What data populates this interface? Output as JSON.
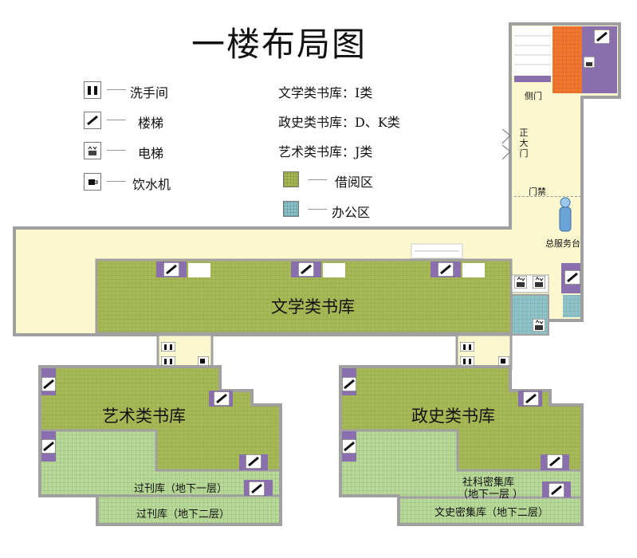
{
  "title": "一楼布局图",
  "colors": {
    "reading_area": "#a7b957",
    "office_area": "#8fc3c8",
    "corridor": "#fbf8cf",
    "wall": "#a0a0a0",
    "stair_room": "#8a6fae",
    "entrance_block": "#ef7730",
    "light_green_grid": "#b9d99a"
  },
  "legend": {
    "icons": [
      {
        "icon": "restroom-icon",
        "label": "洗手间"
      },
      {
        "icon": "stairs-icon",
        "label": "楼梯"
      },
      {
        "icon": "elevator-icon",
        "label": "电梯"
      },
      {
        "icon": "water-dispenser-icon",
        "label": "饮水机"
      }
    ],
    "libraries": [
      {
        "label": "文学类书库：I类"
      },
      {
        "label": "政史类书库：D、K类"
      },
      {
        "label": "艺术类书库：J类"
      }
    ],
    "areas": [
      {
        "swatch": "reading_area",
        "label": "借阅区"
      },
      {
        "swatch": "office_area",
        "label": "办公区"
      }
    ]
  },
  "rooms": {
    "literature": "文学类书库",
    "art": "艺术类书库",
    "politics_history": "政史类书库",
    "periodicals_b1": "过刊库（地下一层）",
    "periodicals_b2": "过刊库（地下二层）",
    "social_science_line1": "社科密集库",
    "social_science_line2": "（地下一层 ）",
    "literature_history_dense": "文史密集库（地下二层）"
  },
  "labels": {
    "side_door": "侧门",
    "main_door_chars": [
      "正",
      "大",
      "门"
    ],
    "access_control": "门禁",
    "service_desk": "总服务台"
  }
}
